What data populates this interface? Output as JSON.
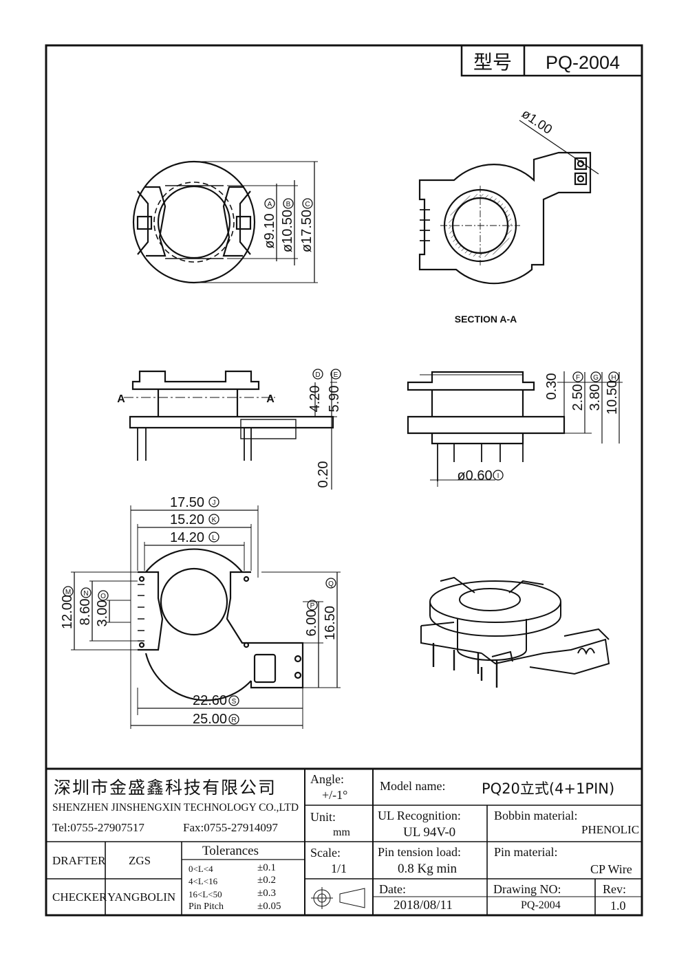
{
  "header": {
    "model_label": "型号",
    "model_value": "PQ-2004"
  },
  "drawing": {
    "top_right": {
      "label_hole": "ø1.00",
      "section_label": "SECTION A-A"
    },
    "top_left": {
      "d_a": "ø9.10",
      "d_b": "ø10.50",
      "d_c": "ø17.50",
      "ref_a": "A",
      "ref_b": "B",
      "ref_c": "C"
    },
    "side_left": {
      "h1": "4.20",
      "h2": "5.90",
      "h3": "0.20",
      "ref_d": "D",
      "ref_e": "E",
      "section_a": "A"
    },
    "side_right": {
      "h1": "0.30",
      "h2": "2.50",
      "h3": "3.80",
      "h4": "10.50",
      "ref_f": "F",
      "ref_g": "G",
      "ref_h": "H",
      "pin_d": "ø0.60",
      "ref_i": "I"
    },
    "bottom_left": {
      "w1": "17.50",
      "w2": "15.20",
      "w3": "14.20",
      "w4": "22.60",
      "w5": "25.00",
      "v1": "12.00",
      "v2": "8.60",
      "v3": "3.00",
      "v4": "6.00",
      "v5": "16.50",
      "ref_j": "J",
      "ref_k": "K",
      "ref_l": "L",
      "ref_s": "S",
      "ref_r": "R",
      "ref_m": "M",
      "ref_n": "N",
      "ref_o": "O",
      "ref_p": "P",
      "ref_q": "Q"
    }
  },
  "title_block": {
    "company_cn": "深圳市金盛鑫科技有限公司",
    "company_en": "SHENZHEN JINSHENGXIN TECHNOLOGY CO.,LTD",
    "tel": "Tel:0755-27907517",
    "fax": "Fax:0755-27914097",
    "angle_label": "Angle:",
    "angle_value": "+/-1°",
    "unit_label": "Unit:",
    "unit_value": "mm",
    "scale_label": "Scale:",
    "scale_value": "1/1",
    "model_name_label": "Model name:",
    "model_name_value": "PQ20立式(4+1PIN)",
    "ul_label": "UL Recognition:",
    "ul_value": "UL 94V-0",
    "bobbin_label": "Bobbin material:",
    "bobbin_value": "PHENOLIC",
    "pin_tension_label": "Pin tension load:",
    "pin_tension_value": "0.8 Kg min",
    "pin_material_label": "Pin material:",
    "pin_material_value": "CP Wire",
    "drafter_label": "DRAFTER",
    "drafter_value": "ZGS",
    "checker_label": "CHECKER",
    "checker_value": "YANGBOLIN",
    "tolerances_label": "Tolerances",
    "tol_rows": [
      {
        "range": "0<L<4",
        "value": "±0.1"
      },
      {
        "range": "4<L<16",
        "value": "±0.2"
      },
      {
        "range": "16<L<50",
        "value": "±0.3"
      },
      {
        "range": "Pin Pitch",
        "value": "±0.05"
      }
    ],
    "date_label": "Date:",
    "date_value": "2018/08/11",
    "drawing_no_label": "Drawing NO:",
    "drawing_no_value": "PQ-2004",
    "rev_label": "Rev:",
    "rev_value": "1.0"
  }
}
